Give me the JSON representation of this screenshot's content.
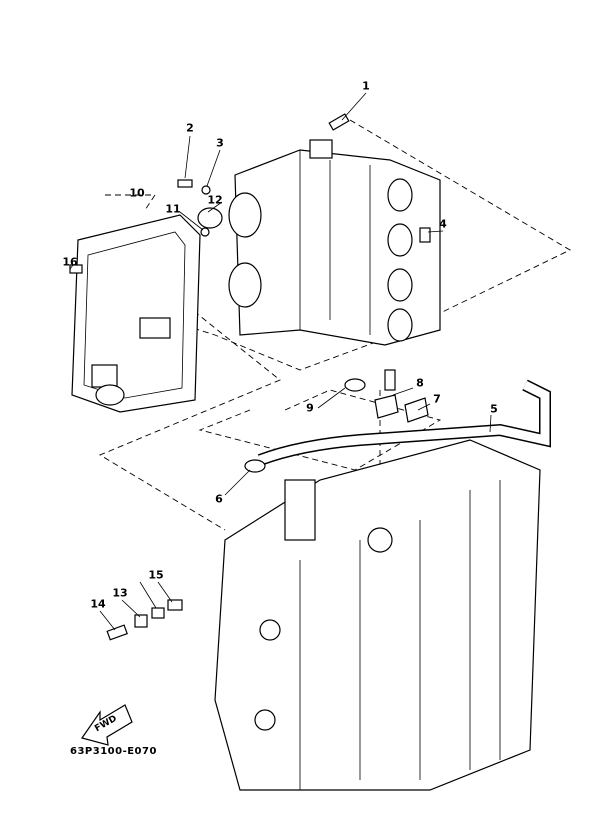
{
  "diagram": {
    "callouts": [
      "1",
      "2",
      "3",
      "4",
      "5",
      "6",
      "7",
      "8",
      "9",
      "10",
      "11",
      "12",
      "13",
      "14",
      "15",
      "16"
    ],
    "fwd_label": "FWD",
    "drawing_code": "63P3100-E070"
  }
}
